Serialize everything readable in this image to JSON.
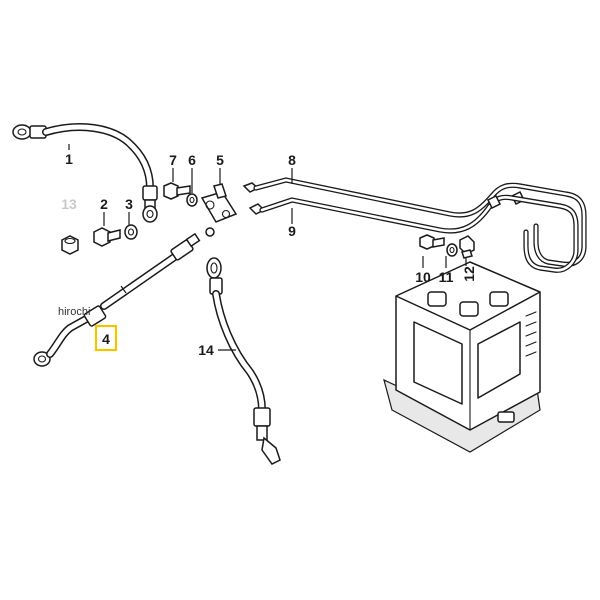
{
  "diagram": {
    "watermark": "hirochi",
    "highlighted_part": "4",
    "highlight_color": "#f2c500",
    "dimmed_label_color": "#c8c8c8",
    "callouts": {
      "p1": "1",
      "p2": "2",
      "p3": "3",
      "p4": "4",
      "p5": "5",
      "p6": "6",
      "p7": "7",
      "p8": "8",
      "p9": "9",
      "p10": "10",
      "p11": "11",
      "p12": "12",
      "p13": "13",
      "p14": "14"
    }
  }
}
